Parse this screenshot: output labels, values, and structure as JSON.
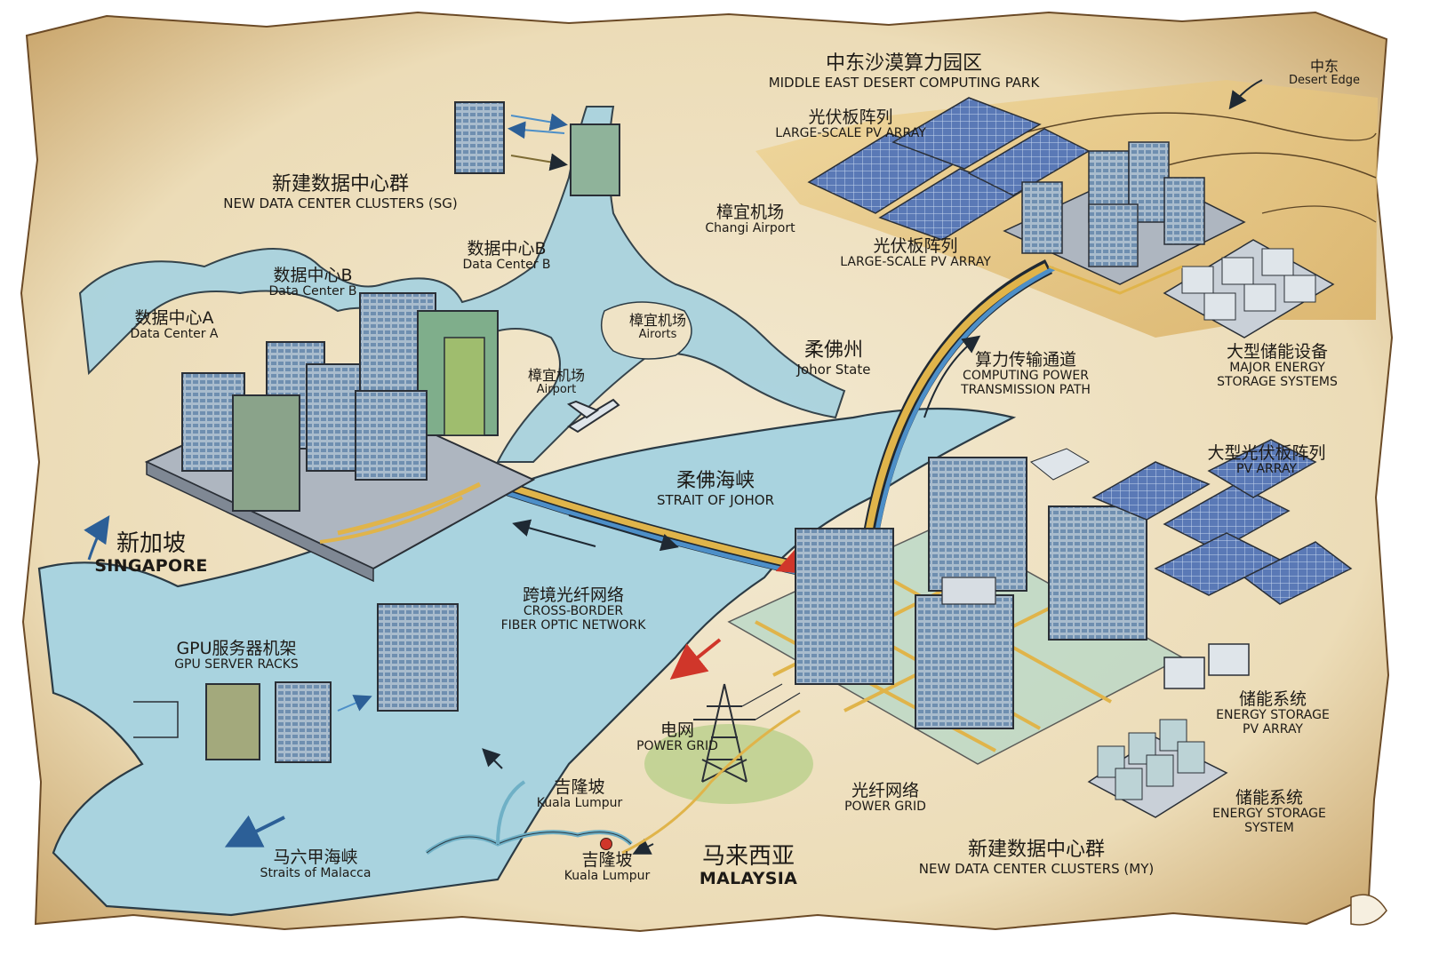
{
  "map": {
    "title": "Cross-border computing corridor map (Singapore – Johor – Middle East)",
    "colors": {
      "parchment": "#efe3c6",
      "parchment_edge": "#c9a56b",
      "water": "#a9d3df",
      "water_line": "#2b3b45",
      "desert": "#e6c57f",
      "fiber_gold": "#e0b44a",
      "fiber_blue": "#4d8fc8",
      "grass": "#b9cf8b",
      "building": "#b9c3cf",
      "solar": "#5a79b6",
      "alert_red": "#d0362a"
    },
    "labels": {
      "me_park": {
        "zh": "中东沙漠算力园区",
        "en": "MIDDLE EAST DESERT COMPUTING PARK"
      },
      "me_edge": {
        "zh": "中东",
        "en": "Desert Edge"
      },
      "pv_array_top": {
        "zh": "光伏板阵列",
        "en": "LARGE-SCALE PV ARRAY"
      },
      "pv_array_mid": {
        "zh": "光伏板阵列",
        "en": "LARGE-SCALE PV ARRAY"
      },
      "sg_clusters": {
        "zh": "新建数据中心群",
        "en": "NEW DATA CENTER CLUSTERS (SG)"
      },
      "changi_airport": {
        "zh": "樟宜机场",
        "en": "Changi Airport"
      },
      "dc_b_upper": {
        "zh": "数据中心B",
        "en": "Data Center B"
      },
      "dc_b_lower": {
        "zh": "数据中心B",
        "en": "Data Center B"
      },
      "dc_a": {
        "zh": "数据中心A",
        "en": "Data Center A"
      },
      "airorts": {
        "zh": "樟宜机场",
        "en": "Airorts"
      },
      "airport_small": {
        "zh": "樟宜机场",
        "en": "Airport"
      },
      "johor_state": {
        "zh": "柔佛州",
        "en": "Johor State"
      },
      "transmission": {
        "zh": "算力传输通道",
        "en": "COMPUTING POWER",
        "en2": "TRANSMISSION PATH"
      },
      "major_storage": {
        "zh": "大型储能设备",
        "en": "MAJOR ENERGY",
        "en2": "STORAGE SYSTEMS"
      },
      "pv_array_big": {
        "zh": "大型光伏板阵列",
        "en": "PV ARRAY"
      },
      "strait_johor": {
        "zh": "柔佛海峡",
        "en": "STRAIT OF JOHOR"
      },
      "singapore": {
        "zh": "新加坡",
        "en": "SINGAPORE"
      },
      "fiber_network": {
        "zh": "跨境光纤网络",
        "en": "CROSS-BORDER",
        "en2": "FIBER OPTIC NETWORK"
      },
      "gpu_racks": {
        "zh": "GPU服务器机架",
        "en": "GPU SERVER RACKS"
      },
      "power_grid": {
        "zh": "电网",
        "en": "POWER GRID"
      },
      "fiber_grid": {
        "zh": "光纤网络",
        "en": "POWER GRID"
      },
      "storage_pv": {
        "zh": "储能系统",
        "en": "ENERGY STORAGE",
        "en2": "PV ARRAY"
      },
      "storage_system": {
        "zh": "储能系统",
        "en": "ENERGY STORAGE",
        "en2": "SYSTEM"
      },
      "kl_upper": {
        "zh": "吉隆坡",
        "en": "Kuala Lumpur"
      },
      "kl_lower": {
        "zh": "吉隆坡",
        "en": "Kuala Lumpur"
      },
      "malacca": {
        "zh": "马六甲海峡",
        "en": "Straits of Malacca"
      },
      "malaysia": {
        "zh": "马来西亚",
        "en": "MALAYSIA"
      },
      "my_clusters": {
        "zh": "新建数据中心群",
        "en": "NEW DATA CENTER CLUSTERS (MY)"
      }
    }
  }
}
